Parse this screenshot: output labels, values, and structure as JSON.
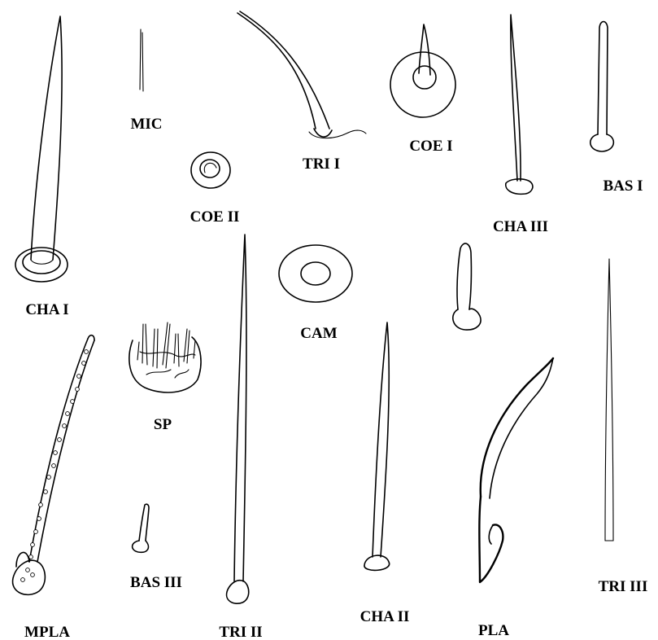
{
  "labels": {
    "cha_i": "CHA I",
    "mic": "MIC",
    "coe_ii": "COE II",
    "tri_i": "TRI I",
    "coe_i": "COE I",
    "cha_iii": "CHA III",
    "bas_i": "BAS I",
    "cam": "CAM",
    "sp": "SP",
    "mpla": "MPLA",
    "bas_iii": "BAS III",
    "tri_ii": "TRI II",
    "cha_ii": "CHA II",
    "pla": "PLA",
    "tri_iii": "TRI III",
    "bas_ii": ""
  }
}
